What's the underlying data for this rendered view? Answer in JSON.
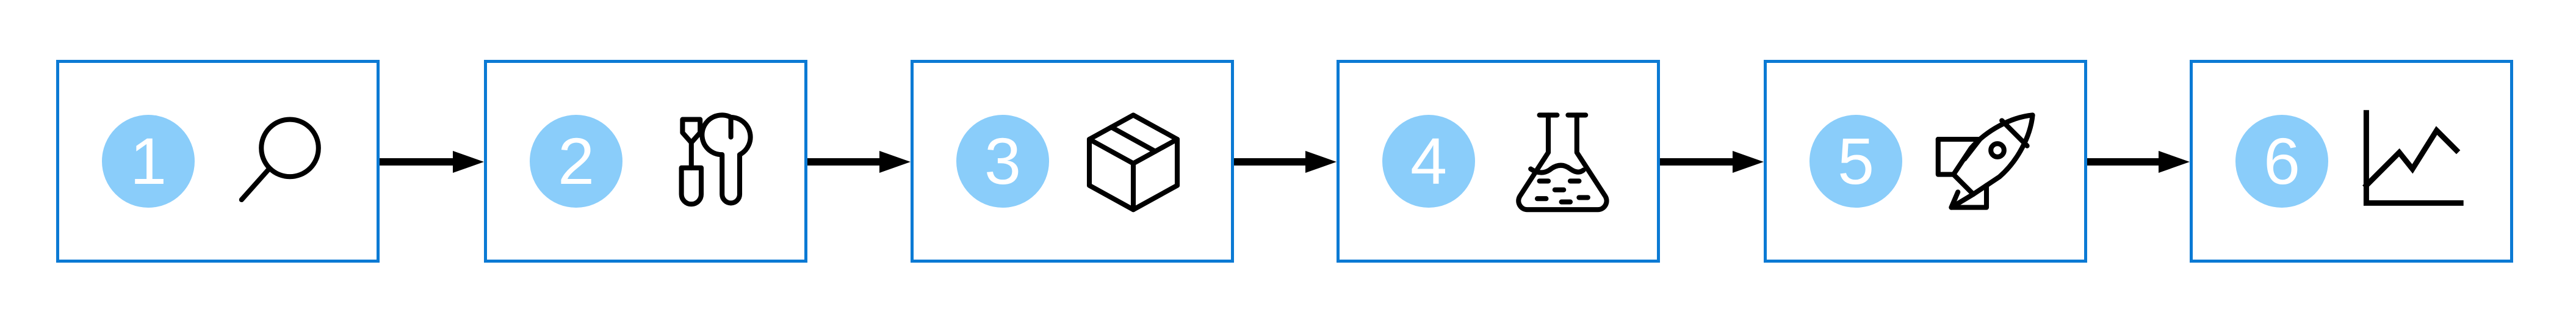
{
  "diagram": {
    "title": "Six step process flow",
    "type": "linear-process-flow",
    "orientation": "horizontal",
    "background_color": "#ffffff",
    "box_border_color": "#0b7ad4",
    "badge_fill_color": "#8acdfa",
    "badge_text_color": "#ffffff",
    "icon_stroke_color": "#000000",
    "arrow_color": "#000000"
  },
  "steps": [
    {
      "number": "1",
      "icon": "magnifying-glass-icon"
    },
    {
      "number": "2",
      "icon": "tools-screwdriver-wrench-icon"
    },
    {
      "number": "3",
      "icon": "package-box-icon"
    },
    {
      "number": "4",
      "icon": "erlenmeyer-flask-icon"
    },
    {
      "number": "5",
      "icon": "rocket-icon"
    },
    {
      "number": "6",
      "icon": "line-chart-icon"
    }
  ],
  "connectors": [
    {
      "from": "1",
      "to": "2",
      "icon": "arrow-right-icon"
    },
    {
      "from": "2",
      "to": "3",
      "icon": "arrow-right-icon"
    },
    {
      "from": "3",
      "to": "4",
      "icon": "arrow-right-icon"
    },
    {
      "from": "4",
      "to": "5",
      "icon": "arrow-right-icon"
    },
    {
      "from": "5",
      "to": "6",
      "icon": "arrow-right-icon"
    }
  ]
}
